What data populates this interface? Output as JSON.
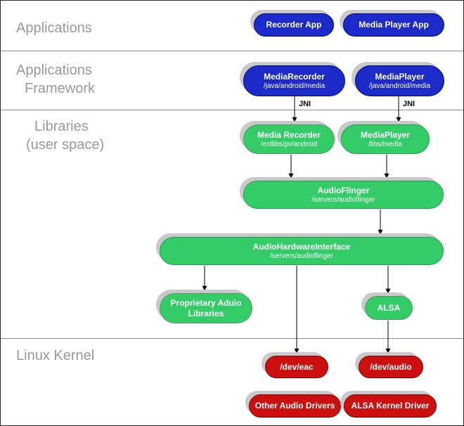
{
  "layers": {
    "applications": "Applications",
    "framework": [
      "Applications",
      "Framework"
    ],
    "libraries": [
      "Libraries",
      "(user space)"
    ],
    "kernel": "Linux Kernel"
  },
  "annotations": {
    "jni_left": "JNI",
    "jni_right": "JNI"
  },
  "nodes": {
    "recorder_app": {
      "label": "Recorder App"
    },
    "media_player_app": {
      "label": "Media Player App"
    },
    "media_recorder_framework": {
      "label": "MediaRecorder",
      "path": "/java/android/media"
    },
    "media_player_framework": {
      "label": "MediaPlayer",
      "path": "/java/android/media"
    },
    "media_recorder_lib": {
      "label": "Media Recorder",
      "path": "/extlibs/pv/android"
    },
    "media_player_lib": {
      "label": "MediaPlayer",
      "path": "/libs/media"
    },
    "audio_flinger": {
      "label": "AudioFlinger",
      "path": "/servers/audioflinger"
    },
    "audio_hardware_interface": {
      "label": "AudioHardwareInterface",
      "path": "/servers/audioflinger"
    },
    "proprietary_audio_libraries": {
      "line1": "Proprietary Aduio",
      "line2": "Libraries"
    },
    "alsa": {
      "label": "ALSA"
    },
    "dev_eac": {
      "label": "/dev/eac"
    },
    "dev_audio": {
      "label": "/dev/audio"
    },
    "other_audio_drivers": {
      "label": "Other Audio Drivers"
    },
    "alsa_kernel_driver": {
      "label": "ALSA Kernel Driver"
    }
  },
  "colors": {
    "app_blue": "#1b2ac9",
    "lib_green": "#33cc66",
    "kernel_red": "#cc1010",
    "label_gray": "#999999",
    "shadow_gray": "#c9c9c9"
  }
}
